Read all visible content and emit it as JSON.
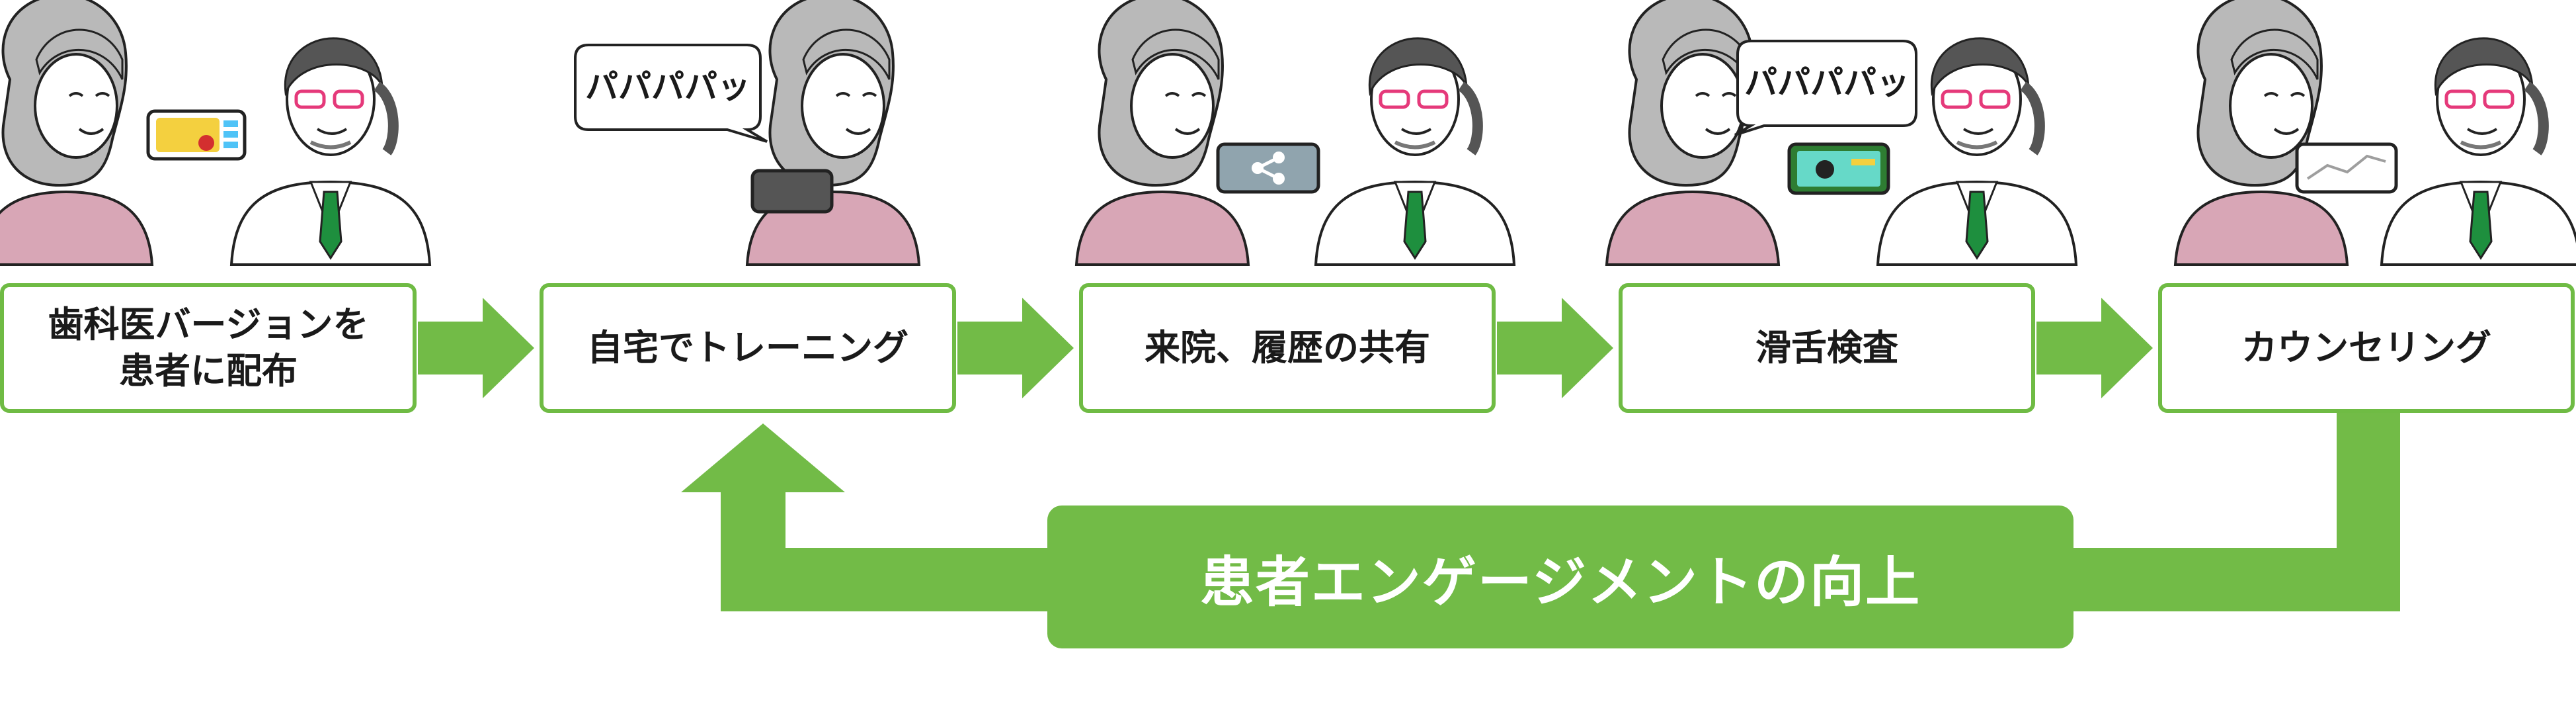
{
  "colors": {
    "accent_green": "#72bb47",
    "box_border": "#6fbb44",
    "patient_sweater": "#d8a6b6",
    "hair_gray": "#b7b7b7",
    "doctor_coat": "#ffffff",
    "tie_green": "#1e8f3e"
  },
  "steps": [
    {
      "label": "歯科医バージョンを\n患者に配布",
      "icon": "tablet-app-icon"
    },
    {
      "label": "自宅でトレーニング",
      "icon": "tablet-icon"
    },
    {
      "label": "来院、履歴の共有",
      "icon": "share-icon"
    },
    {
      "label": "滑舌検査",
      "icon": "tablet-game-icon"
    },
    {
      "label": "カウンセリング",
      "icon": "tablet-chart-icon"
    }
  ],
  "speech_bubbles": [
    {
      "text": "パパパパッ"
    },
    {
      "text": "パパパパッ"
    }
  ],
  "engagement": {
    "label": "患者エンゲージメントの向上"
  }
}
